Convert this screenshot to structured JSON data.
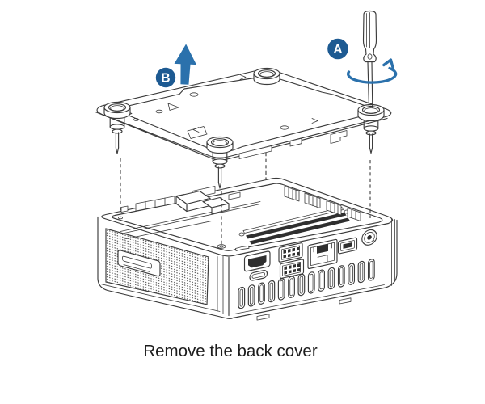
{
  "figure": {
    "caption": "Remove the back cover",
    "labels": {
      "step_a": "A",
      "step_b": "B"
    },
    "colors": {
      "badge_blue": "#1d5a92",
      "accent_blue": "#2b71ac",
      "line": "#3b3b3b",
      "background": "#ffffff"
    }
  }
}
